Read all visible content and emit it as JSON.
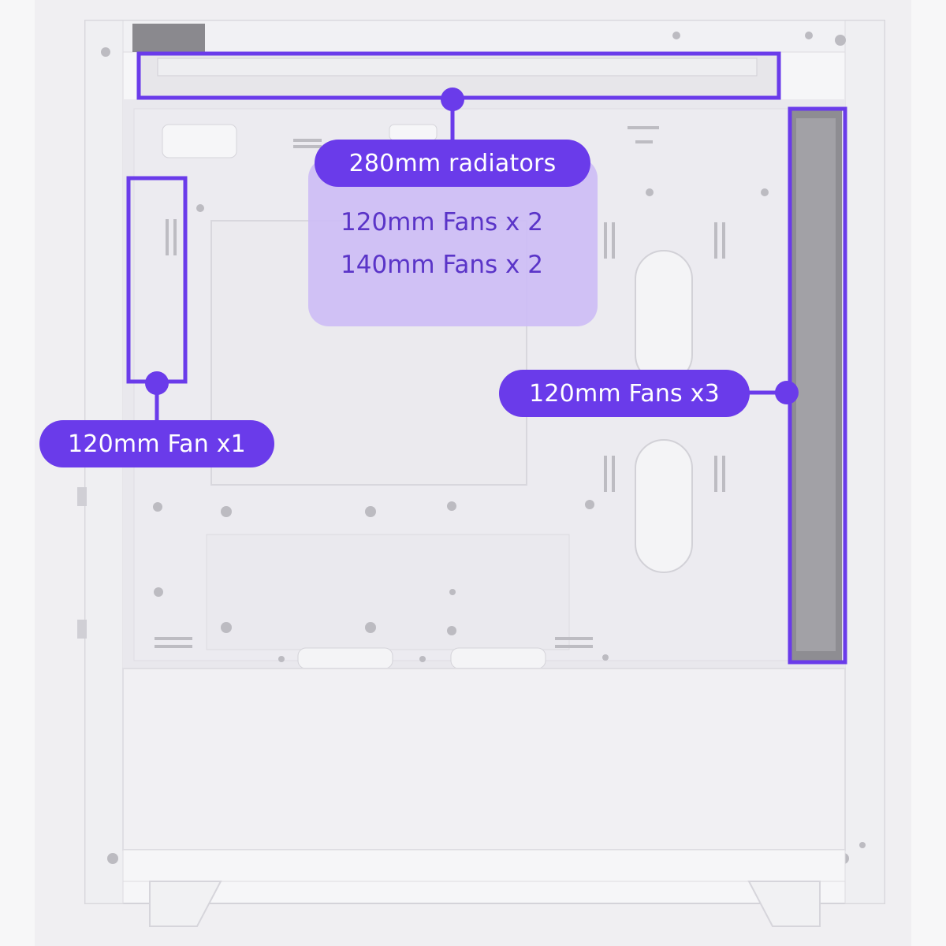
{
  "colors": {
    "accent": "#6a3bea",
    "card_fill": "#cdbdf5",
    "card_text": "#5a34c8",
    "case_body": "#f5f5f7",
    "case_panel": "#e9e8ec",
    "case_edge": "#d2d1d7",
    "dark_trim": "#6d6b70"
  },
  "callouts": {
    "top": {
      "label": "280mm radiators",
      "specs": [
        "120mm Fans x 2",
        "140mm Fans x 2"
      ]
    },
    "front": {
      "label": "120mm Fan x1"
    },
    "rear": {
      "label": "120mm Fans x3"
    }
  }
}
